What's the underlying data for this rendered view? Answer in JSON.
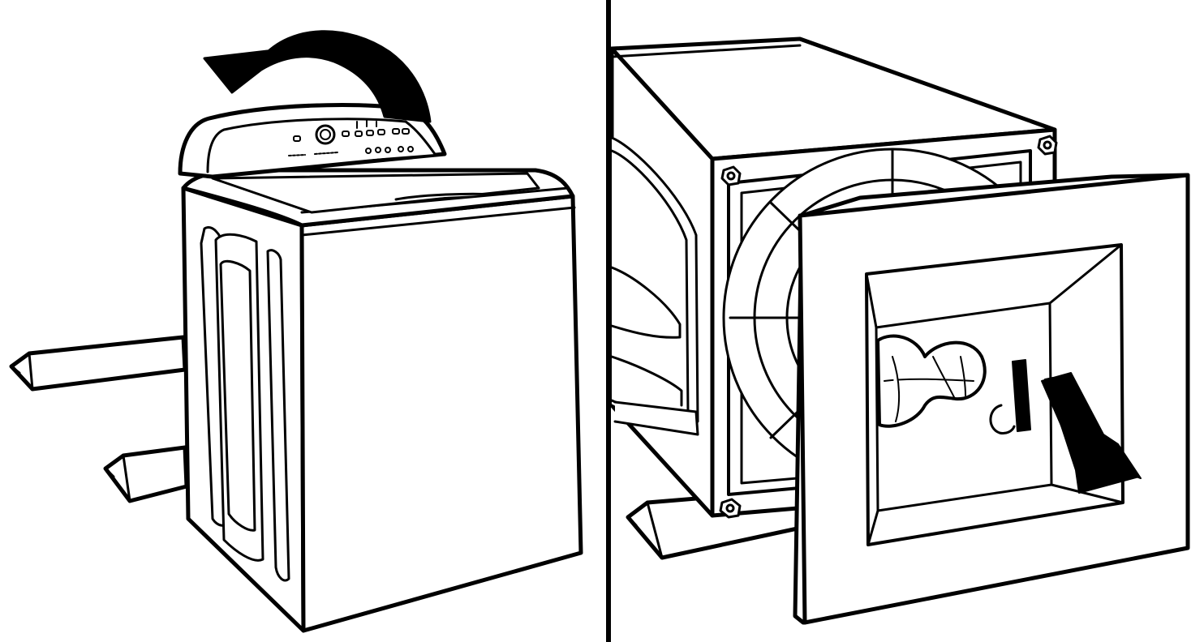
{
  "colors": {
    "ink": "#000000",
    "paper": "#ffffff"
  },
  "panels": [
    {
      "id": "left",
      "subject": "top-load-washer",
      "action": "tilt-back",
      "arrow": "curved-arrow-counterclockwise"
    },
    {
      "id": "right",
      "subject": "front-load-unit",
      "action": "remove-front-panel",
      "arrow": "arrow-outward"
    }
  ]
}
